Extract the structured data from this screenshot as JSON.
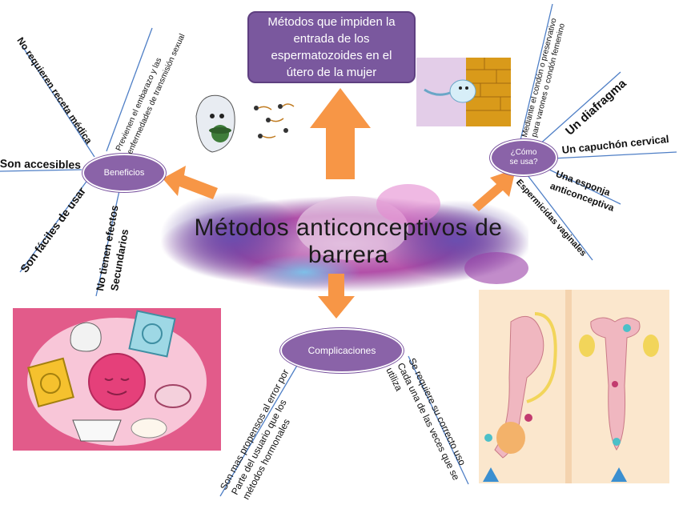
{
  "center": {
    "title_line1": "Métodos anticonceptivos de",
    "title_line2": "barrera"
  },
  "top_box": {
    "line1": "Métodos que impiden la",
    "line2": "entrada de los",
    "line3": "espermatozoides en el",
    "line4": "útero de la mujer"
  },
  "benefits": {
    "label": "Beneficios",
    "items": [
      "No requieren receta médica",
      "Previenen el embarazo y las",
      "enfermedades de transmisión sexual",
      "Son accesibles",
      "Son fáciles de usar",
      "No tienen efectos",
      "Secundarios"
    ]
  },
  "how_to_use": {
    "label_line1": "¿Cómo",
    "label_line2": "se usa?",
    "items": [
      "Mediante el condón o preservativo",
      "para varones o condón femenino",
      "Un diafragma",
      "Un capuchón cervical",
      "Una esponja",
      "anticonceptiva",
      "Espermicidas vaginales"
    ]
  },
  "complications": {
    "label": "Complicaciones",
    "items": [
      "Son mas propensos al error por",
      "Parte del usuario que los",
      "métodos hormonales",
      "Se requiere su correcto uso",
      "Cada una de las veces que se",
      "utiliza"
    ]
  },
  "colors": {
    "oval": "#8a63a8",
    "arrow": "#f79646",
    "line": "#4f7fc6",
    "box": "#7a589e"
  }
}
